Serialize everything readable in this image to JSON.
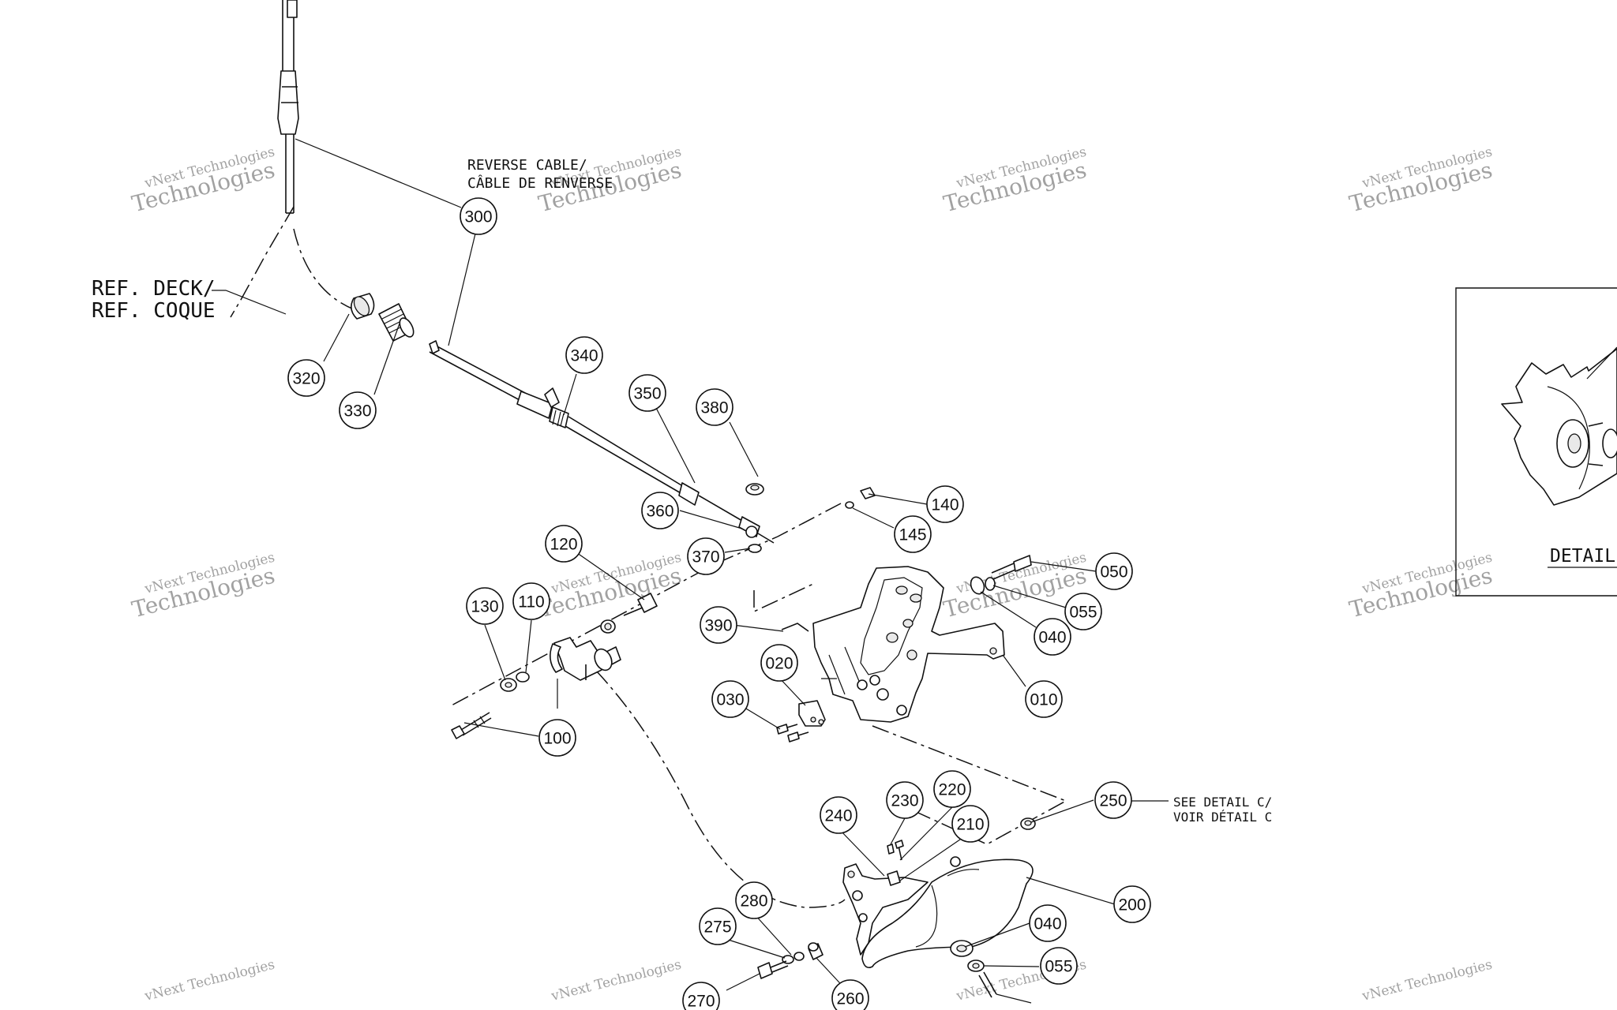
{
  "labels": {
    "reverse_cable_line1": "REVERSE CABLE/",
    "reverse_cable_line2": "CÂBLE DE RENVERSE",
    "ref_deck_line1": "REF. DECK/",
    "ref_deck_line2": "REF. COQUE",
    "see_detail_line1": "SEE DETAIL C/",
    "see_detail_line2": "VOIR DÉTAIL C",
    "detail_title": "DETAIL"
  },
  "watermark": {
    "line1": "vNext Technologies",
    "line2": "Technologies"
  },
  "parts": [
    {
      "id": "p300",
      "number": "300"
    },
    {
      "id": "p320",
      "number": "320"
    },
    {
      "id": "p330",
      "number": "330"
    },
    {
      "id": "p340",
      "number": "340"
    },
    {
      "id": "p350",
      "number": "350"
    },
    {
      "id": "p380",
      "number": "380"
    },
    {
      "id": "p360",
      "number": "360"
    },
    {
      "id": "p370",
      "number": "370"
    },
    {
      "id": "p140",
      "number": "140"
    },
    {
      "id": "p145",
      "number": "145"
    },
    {
      "id": "p050",
      "number": "050"
    },
    {
      "id": "p055a",
      "number": "055"
    },
    {
      "id": "p040a",
      "number": "040"
    },
    {
      "id": "p010",
      "number": "010"
    },
    {
      "id": "p120",
      "number": "120"
    },
    {
      "id": "p130",
      "number": "130"
    },
    {
      "id": "p110",
      "number": "110"
    },
    {
      "id": "p390",
      "number": "390"
    },
    {
      "id": "p020",
      "number": "020"
    },
    {
      "id": "p030",
      "number": "030"
    },
    {
      "id": "p100",
      "number": "100"
    },
    {
      "id": "p250",
      "number": "250"
    },
    {
      "id": "p230",
      "number": "230"
    },
    {
      "id": "p220",
      "number": "220"
    },
    {
      "id": "p240",
      "number": "240"
    },
    {
      "id": "p210",
      "number": "210"
    },
    {
      "id": "p200",
      "number": "200"
    },
    {
      "id": "p280",
      "number": "280"
    },
    {
      "id": "p275",
      "number": "275"
    },
    {
      "id": "p040b",
      "number": "040"
    },
    {
      "id": "p055b",
      "number": "055"
    },
    {
      "id": "p270",
      "number": "270"
    },
    {
      "id": "p260",
      "number": "260"
    }
  ]
}
